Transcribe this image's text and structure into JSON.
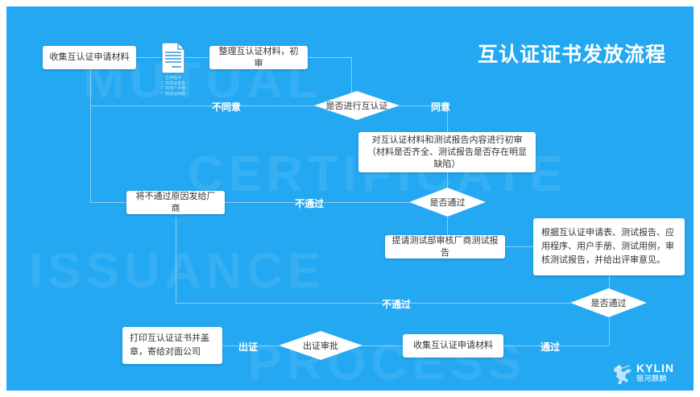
{
  "slide": {
    "background_color": "#24a8f2",
    "title": "互认证证书发放流程"
  },
  "watermarks": [
    {
      "text": "MUTUAL"
    },
    {
      "text": "CERTIFICATE"
    },
    {
      "text": "ISSUANCE"
    },
    {
      "text": "PROCESS"
    }
  ],
  "document_icon": {
    "name": "document-icon",
    "caption": "应用程序\n厂商测试报告\n厂商用户手册\n厂商测试用例",
    "caption_lines": [
      "应用程序",
      "厂商测试报告",
      "厂商用户手册",
      "厂商测试用例"
    ]
  },
  "nodes": {
    "collect_materials_top": "收集互认证申请材料",
    "organize_materials": "整理互认证材料，初审",
    "decision_mutual_cert": "是否进行互认证",
    "preliminary_review": "对互认证材料和测试报告内容进行初审\n（材料是否齐全、测试报告是否存在明显缺陷）",
    "preliminary_review_line1": "对互认证材料和测试报告内容进行初审",
    "preliminary_review_line2": "（材料是否齐全、测试报告是否存在明显缺陷）",
    "send_fail_reason": "将不通过原因发给厂商",
    "decision_pass_1": "是否通过",
    "request_test_dept": "提请测试部审核厂商测试报告",
    "review_detail": "根据互认证申请表、测试报告、应用程序、用户手册、测试用例，审核测试报告，并给出评审意见。",
    "decision_pass_2": "是否通过",
    "print_certificate": "打印互认证证书并盖章，寄给对面公司",
    "print_certificate_line1": "打印互认证证书并盖章",
    "print_certificate_line2": "，寄给对面公司",
    "cert_approval": "出证审批",
    "collect_materials_bottom": "收集互认证申请材料"
  },
  "edge_labels": {
    "disagree": "不同意",
    "agree": "同意",
    "fail_1": "不通过",
    "fail_2": "不通过",
    "issue_cert": "出证",
    "pass": "通过"
  },
  "logo": {
    "name": "KYLIN",
    "subtitle": "银河麒麟",
    "mark": "kylin-qilin-icon"
  },
  "colors": {
    "background": "#24a8f2",
    "line": "#8fd0f6",
    "box_fill": "#ffffff",
    "box_text": "#333333",
    "label_text": "#ffffff"
  }
}
